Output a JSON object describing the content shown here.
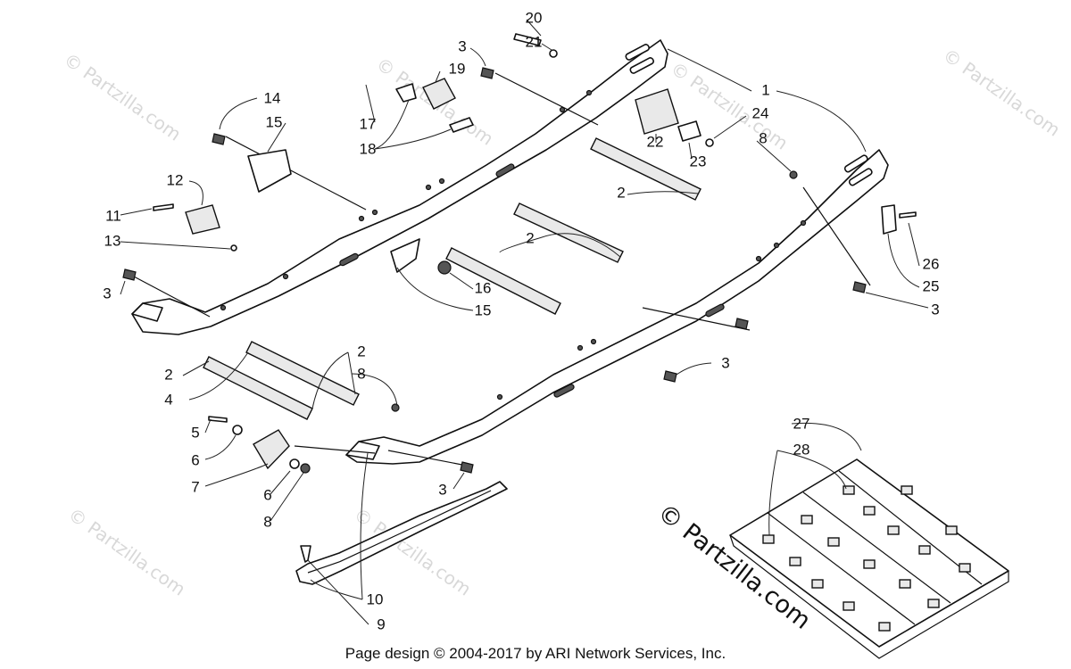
{
  "watermark_text": "© Partzilla.com",
  "brand_text": "© Partzilla.com",
  "footer_text": "Page design © 2004-2017 by ARI Network Services, Inc.",
  "callouts": [
    {
      "id": "c20",
      "label": "20"
    },
    {
      "id": "c21",
      "label": "21"
    },
    {
      "id": "c3a",
      "label": "3"
    },
    {
      "id": "c19",
      "label": "19"
    },
    {
      "id": "c1",
      "label": "1"
    },
    {
      "id": "c14",
      "label": "14"
    },
    {
      "id": "c15a",
      "label": "15"
    },
    {
      "id": "c24",
      "label": "24"
    },
    {
      "id": "c8a",
      "label": "8"
    },
    {
      "id": "c17",
      "label": "17"
    },
    {
      "id": "c18",
      "label": "18"
    },
    {
      "id": "c22",
      "label": "22"
    },
    {
      "id": "c23",
      "label": "23"
    },
    {
      "id": "c12",
      "label": "12"
    },
    {
      "id": "c2a",
      "label": "2"
    },
    {
      "id": "c11",
      "label": "11"
    },
    {
      "id": "c2b",
      "label": "2"
    },
    {
      "id": "c13",
      "label": "13"
    },
    {
      "id": "c26",
      "label": "26"
    },
    {
      "id": "c3b",
      "label": "3"
    },
    {
      "id": "c16",
      "label": "16"
    },
    {
      "id": "c25",
      "label": "25"
    },
    {
      "id": "c15b",
      "label": "15"
    },
    {
      "id": "c3c",
      "label": "3"
    },
    {
      "id": "c2c",
      "label": "2"
    },
    {
      "id": "c3d",
      "label": "3"
    },
    {
      "id": "c2d",
      "label": "2"
    },
    {
      "id": "c8b",
      "label": "8"
    },
    {
      "id": "c4",
      "label": "4"
    },
    {
      "id": "c5",
      "label": "5"
    },
    {
      "id": "c6a",
      "label": "6"
    },
    {
      "id": "c27",
      "label": "27"
    },
    {
      "id": "c28",
      "label": "28"
    },
    {
      "id": "c7",
      "label": "7"
    },
    {
      "id": "c6b",
      "label": "6"
    },
    {
      "id": "c3e",
      "label": "3"
    },
    {
      "id": "c8c",
      "label": "8"
    },
    {
      "id": "c10",
      "label": "10"
    },
    {
      "id": "c9",
      "label": "9"
    }
  ]
}
